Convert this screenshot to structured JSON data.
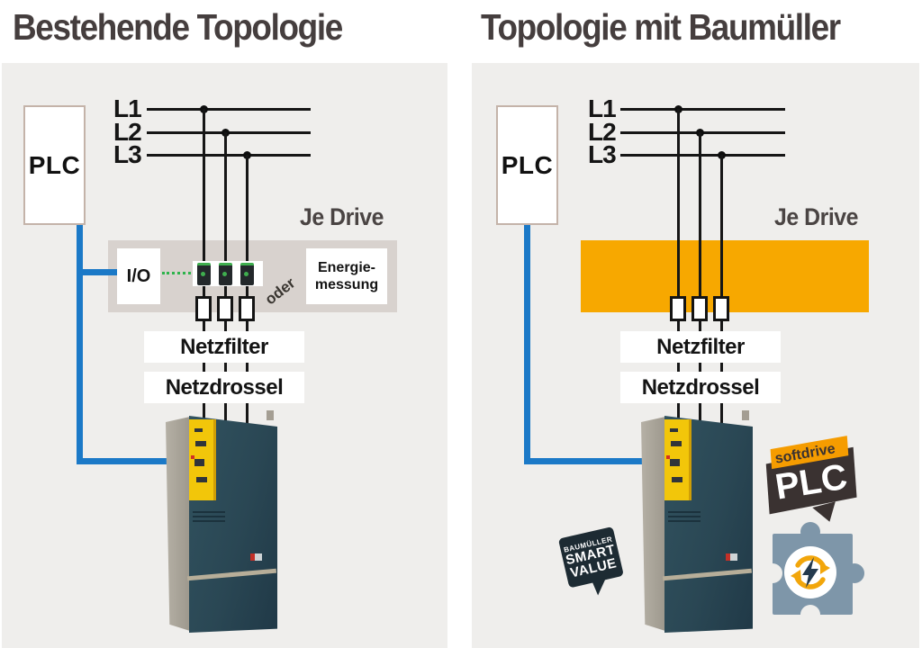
{
  "left_panel": {
    "title": "Bestehende Topologie",
    "plc_label": "PLC",
    "phase_labels": [
      "L1",
      "L2",
      "L3"
    ],
    "je_drive_label": "Je Drive",
    "io_label": "I/O",
    "oder_label": "oder",
    "energiemessung_line1": "Energie-",
    "energiemessung_line2": "messung",
    "netzfilter_label": "Netzfilter",
    "netzdrossel_label": "Netzdrossel"
  },
  "right_panel": {
    "title": "Topologie mit Baumüller",
    "plc_label": "PLC",
    "phase_labels": [
      "L1",
      "L2",
      "L3"
    ],
    "je_drive_label": "Je Drive",
    "netzfilter_label": "Netzfilter",
    "netzdrossel_label": "Netzdrossel",
    "softdrive_badge": {
      "line1": "softdrive",
      "line2": "PLC"
    },
    "smart_value_badge": {
      "line1": "BAUMÜLLER",
      "line2": "SMART",
      "line3": "VALUE"
    }
  },
  "colors": {
    "panel_bg": "#efeeec",
    "accent_blue": "#1b79c7",
    "band_gray": "#d8d2ce",
    "band_orange": "#f7a800",
    "badge_orange": "#f59c00",
    "badge_dark": "#3a3231",
    "smart_value_dark": "#1d2b33",
    "puzzle_blue": "#7e96a9",
    "drive_yellow": "#f2c60a",
    "green_dotted": "#2eb34c",
    "title_text": "#453e3e"
  }
}
